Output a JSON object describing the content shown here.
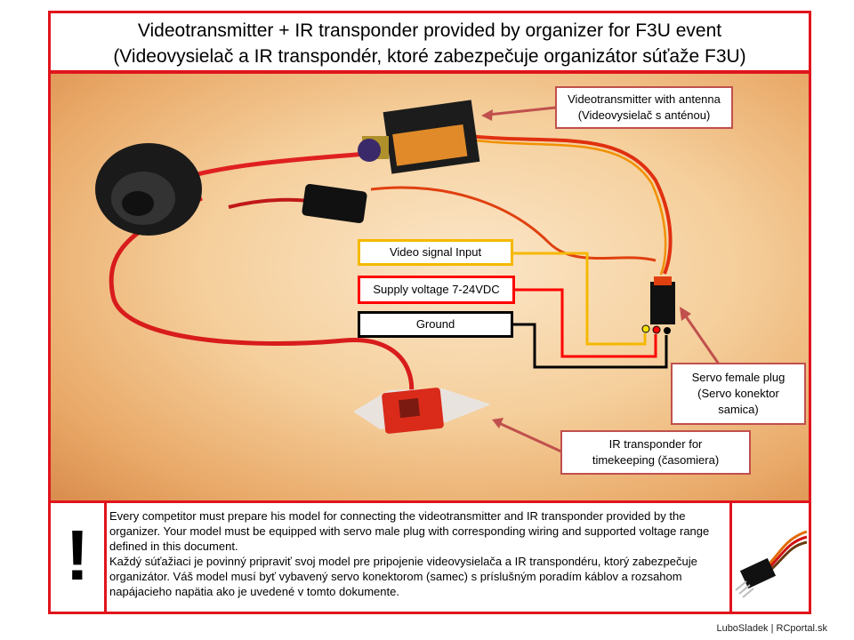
{
  "title": {
    "line1": "Videotransmitter + IR transponder provided by organizer for F3U event",
    "line2": "(Videovysielač a IR transpondér, ktoré zabezpečuje organizátor súťaže F3U)"
  },
  "callouts": {
    "videotransmitter": {
      "line1": "Videotransmitter with antenna",
      "line2": "(Videovysielač s anténou)"
    },
    "video_signal": "Video signal Input",
    "supply_voltage": "Supply voltage 7-24VDC",
    "ground": "Ground",
    "servo_plug": {
      "line1": "Servo female plug",
      "line2": "(Servo konektor",
      "line3": "samica)"
    },
    "ir_transponder": {
      "line1": "IR transponder for",
      "line2": "timekeeping   (časomiera)"
    }
  },
  "notice": {
    "exclamation": "!",
    "en": "Every competitor must prepare his model for connecting the videotransmitter and IR transponder provided by the organizer. Your model must be equipped with servo male plug with corresponding wiring and supported voltage range defined in this document.",
    "sk": "Každý súťažiaci je povinný pripraviť svoj model pre pripojenie videovysielača a IR transpondéru,  ktorý zabezpečuje organizátor.  Váš model musí byť vybavený servo konektorom  (samec) s príslušným poradím káblov a rozsahom napájacieho napätia ako je uvedené  v tomto dokumente."
  },
  "credit": "LuboSladek | RCportal.sk",
  "colors": {
    "frame": "#e0141c",
    "signal": "#f5b800",
    "supply": "#ff0000",
    "ground": "#000000"
  }
}
